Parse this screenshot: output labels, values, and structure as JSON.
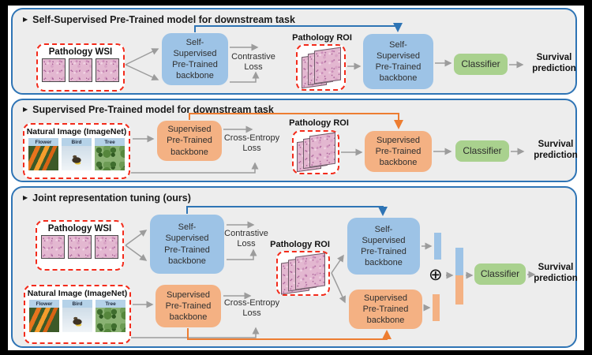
{
  "bullet": "▶",
  "panel1": {
    "title": "Self-Supervised Pre-Trained model for downstream task",
    "input_label": "Pathology WSI",
    "backbone_pretrain": "Self-\nSupervised\nPre-Trained\nbackbone",
    "loss": "Contrastive\nLoss",
    "roi_label": "Pathology ROI",
    "backbone_downstream": "Self-\nSupervised\nPre-Trained\nbackbone",
    "classifier": "Classifier",
    "output": "Survival\nprediction"
  },
  "panel2": {
    "title": "Supervised Pre-Trained model for downstream task",
    "input_label": "Natural Image (ImageNet)",
    "image_captions": [
      "Flower",
      "Bird",
      "Tree"
    ],
    "backbone_pretrain": "Supervised\nPre-Trained\nbackbone",
    "loss": "Cross-Entropy\nLoss",
    "roi_label": "Pathology ROI",
    "backbone_downstream": "Supervised\nPre-Trained\nbackbone",
    "classifier": "Classifier",
    "output": "Survival\nprediction"
  },
  "panel3": {
    "title": "Joint representation tuning (ours)",
    "wsi_label": "Pathology WSI",
    "contrastive_loss": "Contrastive\nLoss",
    "nat_label": "Natural Image (ImageNet)",
    "image_captions": [
      "Flower",
      "Bird",
      "Tree"
    ],
    "ssl_backbone_pretrain": "Self-\nSupervised\nPre-Trained\nbackbone",
    "sup_backbone_pretrain": "Supervised\nPre-Trained\nbackbone",
    "cross_entropy_loss": "Cross-Entropy\nLoss",
    "roi_label": "Pathology ROI",
    "ssl_backbone_downstream": "Self-\nSupervised\nPre-Trained\nbackbone",
    "sup_backbone_downstream": "Supervised\nPre-Trained\nbackbone",
    "fusion_symbol": "⊕",
    "classifier": "Classifier",
    "output": "Survival\nprediction"
  },
  "colors": {
    "panel_border_blue": "#2E74B5",
    "panel_background": "#EDEDED",
    "backbone_blue": "#9DC3E6",
    "backbone_orange": "#F4B183",
    "classifier_green": "#A9D18E",
    "dashed_red": "#F32B1B",
    "arrow_gray": "#9C9C9C",
    "transfer_blue": "#2E74B5",
    "transfer_orange": "#ED7D31"
  }
}
